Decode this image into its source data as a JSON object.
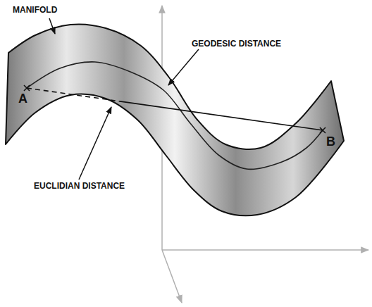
{
  "diagram": {
    "labels": [
      "MANIFOLD",
      "GEODESIC DISTANCE",
      "A",
      "EUCLIDIAN DISTANCE",
      "B"
    ]
  }
}
